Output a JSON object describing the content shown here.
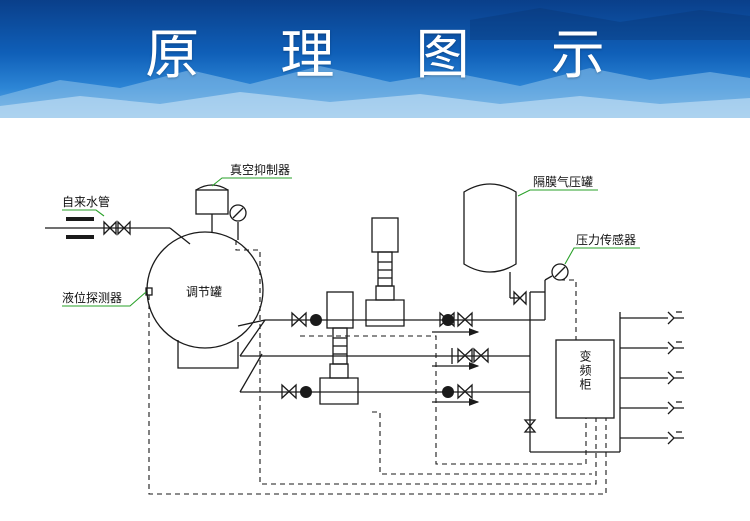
{
  "banner": {
    "title": "原 理 图 示"
  },
  "diagram": {
    "labels": {
      "vacuum_suppressor": "真空抑制器",
      "tap_water_pipe": "自来水管",
      "diaphragm_tank": "隔膜气压罐",
      "pressure_sensor": "压力传感器",
      "regulating_tank": "调节罐",
      "level_probe": "液位探测器",
      "vfd_cabinet": "变频柜"
    },
    "colors": {
      "label_line": "#2aa12a",
      "line": "#1a1a1a",
      "banner_top": "#0a3f8a",
      "banner_bottom": "#6fb0e3"
    }
  }
}
